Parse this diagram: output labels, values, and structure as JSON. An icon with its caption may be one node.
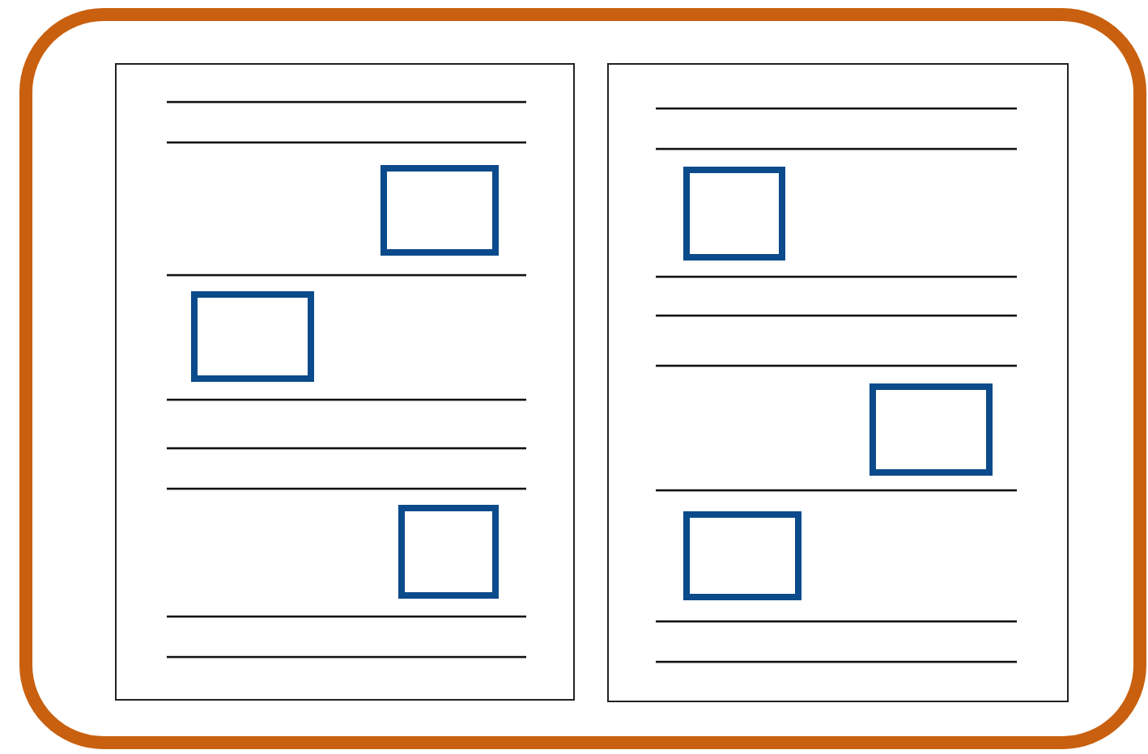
{
  "diagram": {
    "nodes": [
      {
        "text": [],
        "shape": "box"
      },
      {
        "text": [],
        "shape": "page",
        "in": 0
      },
      {
        "text": [],
        "shape": "box",
        "in": 1
      },
      {
        "text": [],
        "shape": "box",
        "in": 1
      },
      {
        "text": [],
        "shape": "box",
        "in": 1
      },
      {
        "text": [],
        "shape": "page",
        "in": 0
      },
      {
        "text": [],
        "shape": "box",
        "in": 5
      },
      {
        "text": [],
        "shape": "box",
        "in": 5
      },
      {
        "text": [],
        "shape": "box",
        "in": 5
      }
    ]
  }
}
